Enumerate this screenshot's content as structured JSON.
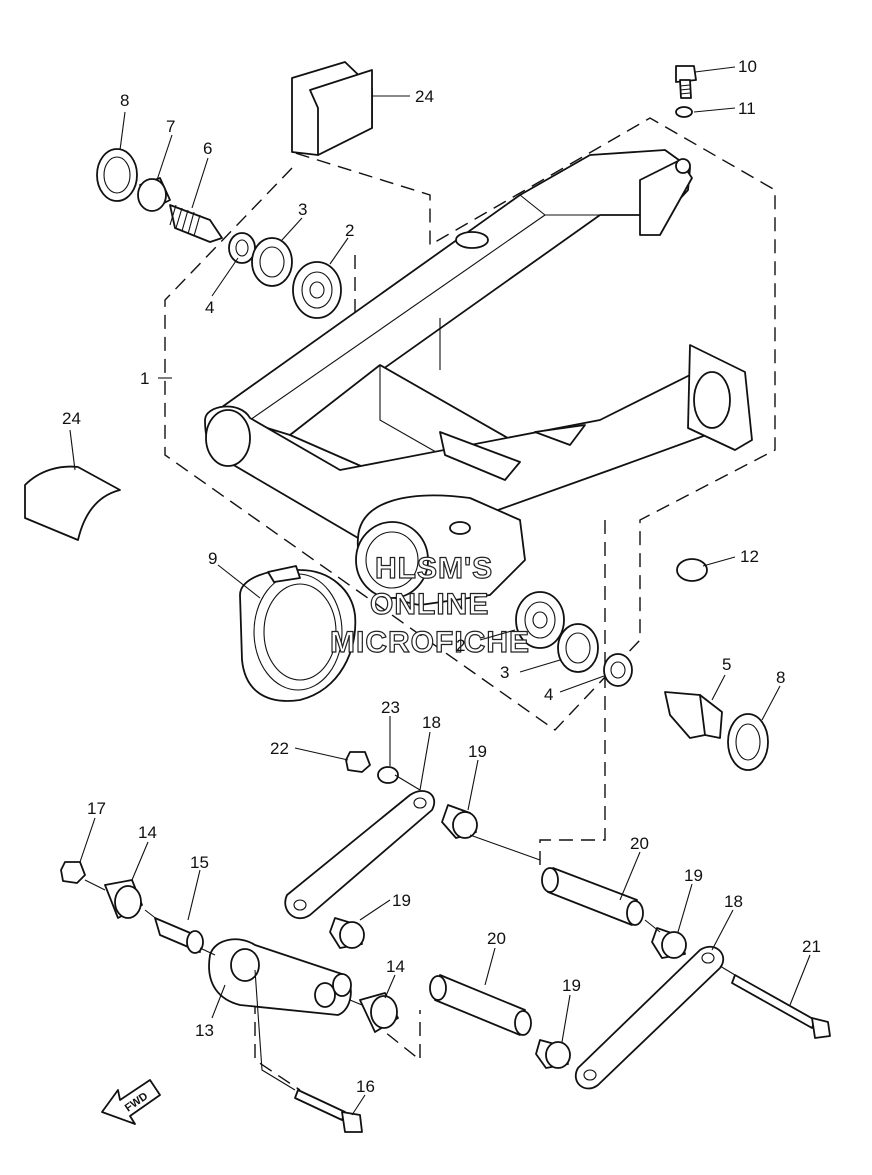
{
  "watermark": {
    "line1": "HLSM'S",
    "line2": "ONLINE",
    "line3": "MICROFICHE"
  },
  "direction_label": "FWD",
  "callouts": [
    {
      "id": "c1",
      "text": "1"
    },
    {
      "id": "c2a",
      "text": "2"
    },
    {
      "id": "c2b",
      "text": "2"
    },
    {
      "id": "c3a",
      "text": "3"
    },
    {
      "id": "c3b",
      "text": "3"
    },
    {
      "id": "c4a",
      "text": "4"
    },
    {
      "id": "c4b",
      "text": "4"
    },
    {
      "id": "c5",
      "text": "5"
    },
    {
      "id": "c6",
      "text": "6"
    },
    {
      "id": "c7",
      "text": "7"
    },
    {
      "id": "c8a",
      "text": "8"
    },
    {
      "id": "c8b",
      "text": "8"
    },
    {
      "id": "c9",
      "text": "9"
    },
    {
      "id": "c10",
      "text": "10"
    },
    {
      "id": "c11",
      "text": "11"
    },
    {
      "id": "c12",
      "text": "12"
    },
    {
      "id": "c13",
      "text": "13"
    },
    {
      "id": "c14a",
      "text": "14"
    },
    {
      "id": "c14b",
      "text": "14"
    },
    {
      "id": "c15",
      "text": "15"
    },
    {
      "id": "c16",
      "text": "16"
    },
    {
      "id": "c17",
      "text": "17"
    },
    {
      "id": "c18a",
      "text": "18"
    },
    {
      "id": "c18b",
      "text": "18"
    },
    {
      "id": "c19a",
      "text": "19"
    },
    {
      "id": "c19b",
      "text": "19"
    },
    {
      "id": "c19c",
      "text": "19"
    },
    {
      "id": "c19d",
      "text": "19"
    },
    {
      "id": "c20a",
      "text": "20"
    },
    {
      "id": "c20b",
      "text": "20"
    },
    {
      "id": "c21",
      "text": "21"
    },
    {
      "id": "c22",
      "text": "22"
    },
    {
      "id": "c23",
      "text": "23"
    },
    {
      "id": "c24a",
      "text": "24"
    },
    {
      "id": "c24b",
      "text": "24"
    }
  ]
}
